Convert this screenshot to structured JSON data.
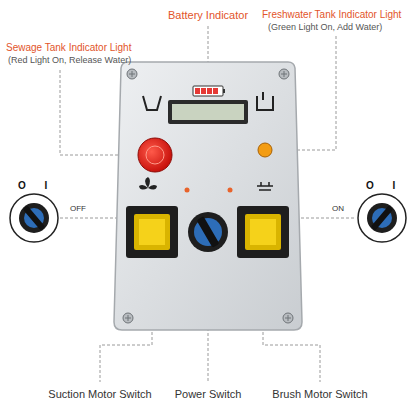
{
  "diagram": {
    "labels": [
      "Battery Indicator",
      "Sewage Tank Indicator Light",
      "(Red Light On, Release Water)",
      "Freshwater Tank Indicator Light",
      "(Green Light On, Add Water)",
      "O",
      "I",
      "OFF",
      "O",
      "I",
      "ON",
      "Suction Motor Switch",
      "Power Switch",
      "Brush Motor Switch"
    ]
  }
}
